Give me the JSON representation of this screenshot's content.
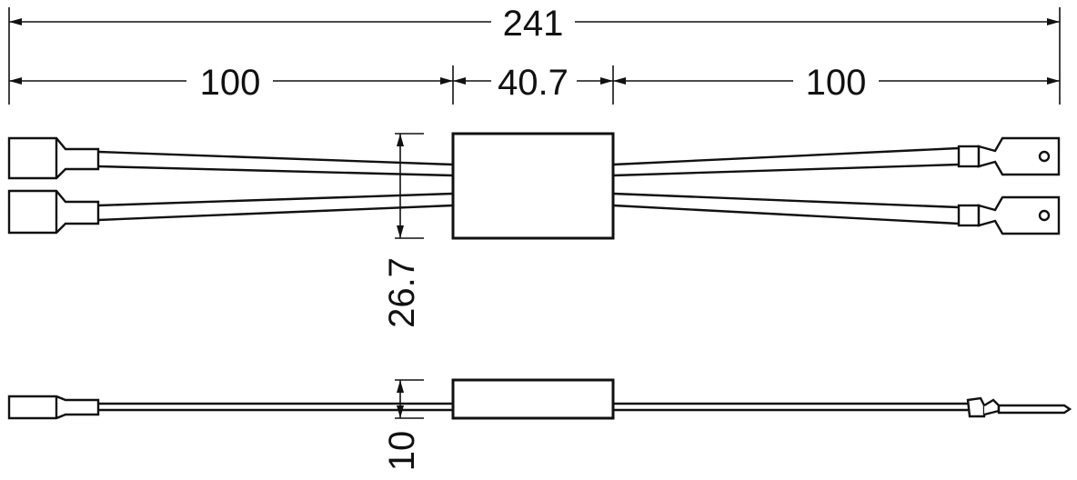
{
  "dimensions": {
    "overall_length": "241",
    "left_lead_length": "100",
    "module_length": "40.7",
    "right_lead_length": "100",
    "module_width": "26.7",
    "module_height": "10"
  }
}
